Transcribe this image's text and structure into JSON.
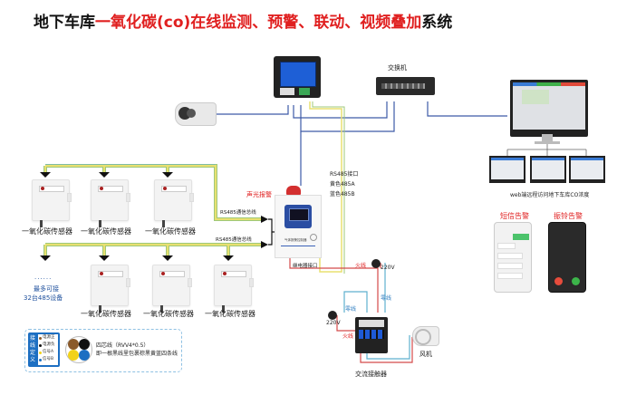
{
  "title": {
    "part_black_1": "地下车库",
    "part_red": "一氧化碳(co)在线监测、预警、联动、视频叠加",
    "part_black_2": "系统"
  },
  "devices": {
    "switch_label": "交换机",
    "web_label": "web端远程访问地下车库CO浓度",
    "sms_alarm_label": "短信告警",
    "call_alarm_label": "振铃告警",
    "sound_light_alarm_label": "声光报警",
    "rs485_port_label": "RS485接口",
    "yellow_485a_label": "黄色485A",
    "blue_485b_label": "蓝色485B",
    "bus_label_1": "RS485通信总线",
    "bus_label_2": "RS485通信总线",
    "relay_port_label": "继电器接口",
    "live_wire_label_1": "火线",
    "live_wire_label_2": "火线",
    "neutral_label_1": "零线",
    "neutral_label_2": "零线",
    "voltage_1": "220V",
    "voltage_2": "220V",
    "fan_label": "风机",
    "contactor_label": "交流接触器",
    "controller_screen_text": "气体报警控制器"
  },
  "sensors": {
    "top_row": [
      "一氧化碳传感器",
      "一氧化碳传感器",
      "一氧化碳传感器"
    ],
    "bottom_row": [
      "一氧化碳传感器",
      "一氧化碳传感器",
      "一氧化碳传感器"
    ],
    "max_note_dots": "······",
    "max_note_line1": "最多可接",
    "max_note_line2": "32台485设备"
  },
  "legend": {
    "side_title": "接线定义",
    "items": [
      {
        "label": "电源正",
        "color": "#8a5a2b"
      },
      {
        "label": "电源负",
        "color": "#111111"
      },
      {
        "label": "信号A",
        "color": "#f2d21b"
      },
      {
        "label": "信号B",
        "color": "#1d6fc2"
      }
    ],
    "cable_line1": "四芯线（RVV4*0.5）",
    "cable_line2": "即一根黑线里包裹棕黑黄蓝四条线"
  },
  "colors": {
    "title_red": "#e02020",
    "bus_yellow": "#e8e070",
    "bus_green": "#9fc87a",
    "network_blue": "#3d5aa8",
    "live_red": "#d44a4a",
    "neutral_blue": "#5fb0cf"
  }
}
